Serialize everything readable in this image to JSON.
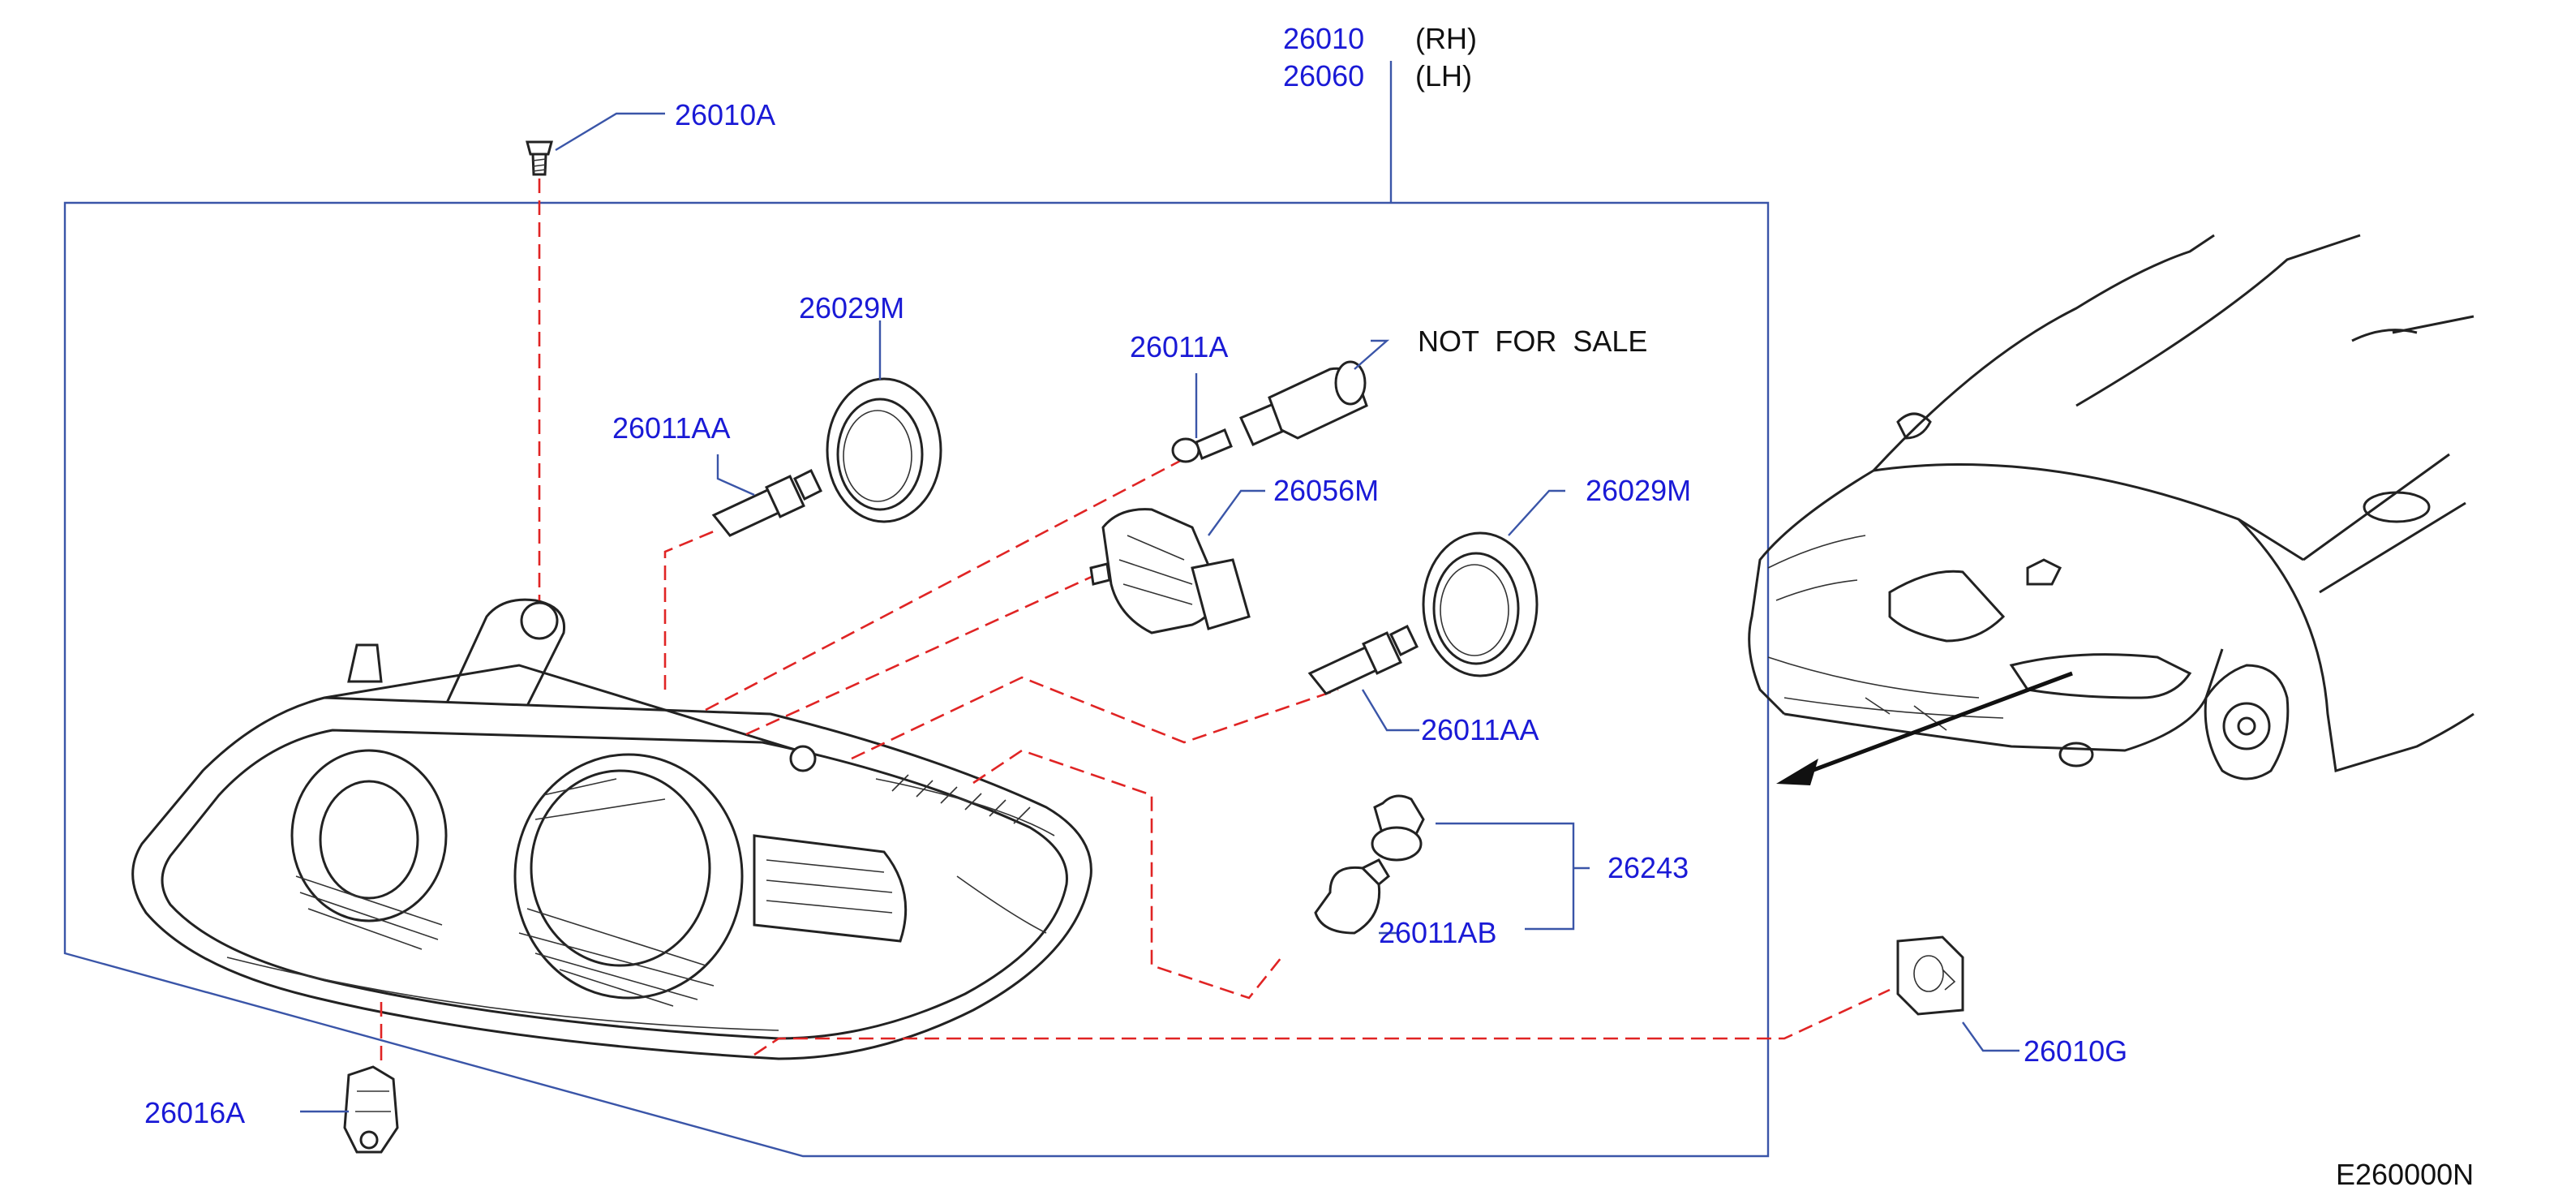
{
  "part_labels": {
    "headlamp_rh": "26010",
    "headlamp_lh": "26060",
    "rh": "(RH)",
    "lh": "(LH)",
    "screw": "26010A",
    "dust_cover_low": "26029M",
    "bulb_low": "26011AA",
    "bulb_small": "26011A",
    "not_for_sale": "NOT  FOR  SALE",
    "leveling_motor": "26056M",
    "dust_cover_high": "26029M",
    "bulb_high": "26011AA",
    "socket_assy": "26243",
    "bulb_turn": "26011AB",
    "bracket": "26016A",
    "clip": "26010G"
  },
  "diagram_code": "E260000N",
  "colors": {
    "part_number": "#1a1ad6",
    "leader_line": "#3a55a8",
    "dashed_line": "#e02424",
    "drawing": "#222222"
  }
}
